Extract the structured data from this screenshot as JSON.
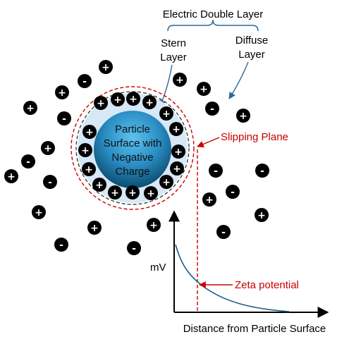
{
  "labels": {
    "edl": "Electric Double Layer",
    "stern_1": "Stern",
    "stern_2": "Layer",
    "diffuse_1": "Diffuse",
    "diffuse_2": "Layer",
    "slipping": "Slipping Plane",
    "zeta": "Zeta potential",
    "particle_1": "Particle",
    "particle_2": "Surface with",
    "particle_3": "Negative",
    "particle_4": "Charge",
    "ylabel": "mV",
    "xlabel": "Distance from Particle Surface"
  },
  "ion_symbols": {
    "positive": "+",
    "negative": "-"
  },
  "colors": {
    "particle_center": "#4fb3e6",
    "particle_edge": "#0b4c6e",
    "stern_halo": "#d6e7f6",
    "slipping_plane": "#cc0000",
    "arrow_blue": "#2b6a9c",
    "curve": "#1f5c86",
    "ion_fill": "#000000",
    "ion_text": "#ffffff",
    "axis": "#000000"
  }
}
